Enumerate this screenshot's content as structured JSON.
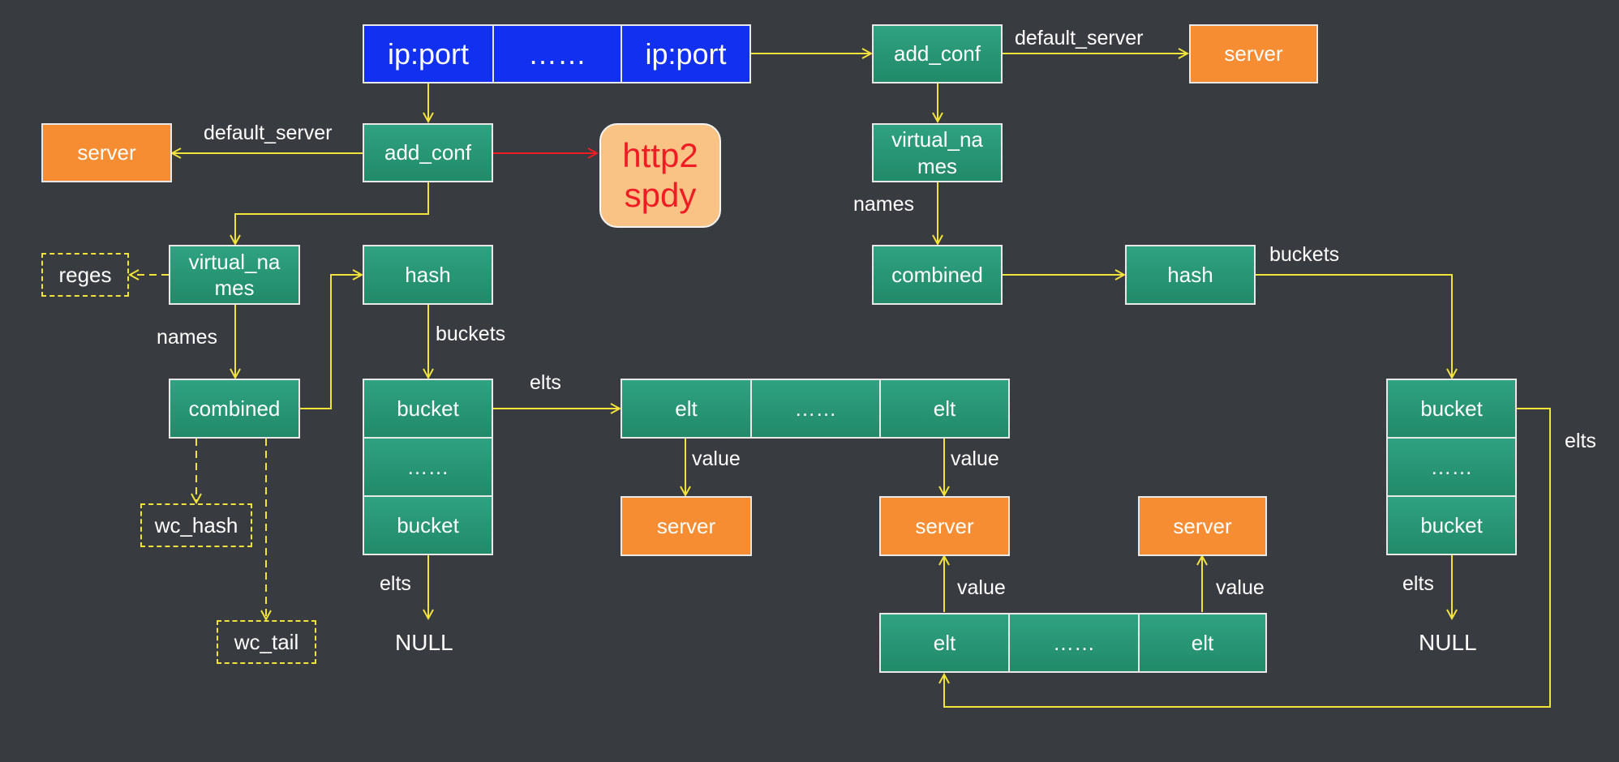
{
  "colors": {
    "background": "#383b40",
    "node_teal": "#2a9877",
    "node_orange": "#f68d32",
    "node_blue": "#1230f0",
    "arrow_yellow": "#f2e33a",
    "arrow_red": "#ef1c24",
    "pill_fill": "#f8c384"
  },
  "ports": {
    "left": "ip:port",
    "middle": "……",
    "right": "ip:port"
  },
  "left": {
    "server": "server",
    "default_server_label": "default_server",
    "add_conf": "add_conf",
    "http2_line1": "http2",
    "http2_line2": "spdy",
    "reges": "reges",
    "virtual_names": "virtual_na mes",
    "names_label": "names",
    "combined": "combined",
    "wc_hash": "wc_hash",
    "wc_tail": "wc_tail",
    "hash": "hash",
    "buckets_label": "buckets",
    "bucket_top": "bucket",
    "bucket_mid": "……",
    "bucket_bottom": "bucket",
    "elts_label_bottom": "elts",
    "null": "NULL",
    "elts_label_right": "elts",
    "elt_left": "elt",
    "elt_mid": "……",
    "elt_right": "elt",
    "value_label_1": "value",
    "value_label_2": "value",
    "server_1": "server",
    "server_2": "server"
  },
  "right": {
    "add_conf": "add_conf",
    "default_server_label": "default_server",
    "server": "server",
    "virtual_names": "virtual_na mes",
    "names_label": "names",
    "combined": "combined",
    "hash": "hash",
    "buckets_label": "buckets",
    "bucket_top": "bucket",
    "bucket_mid": "……",
    "bucket_bottom": "bucket",
    "elts_label_side": "elts",
    "elts_label_bottom": "elts",
    "null": "NULL",
    "elt_left": "elt",
    "elt_mid": "……",
    "elt_right": "elt",
    "value_label_1": "value",
    "value_label_2": "value",
    "server_1": "server",
    "server_2": "server"
  }
}
